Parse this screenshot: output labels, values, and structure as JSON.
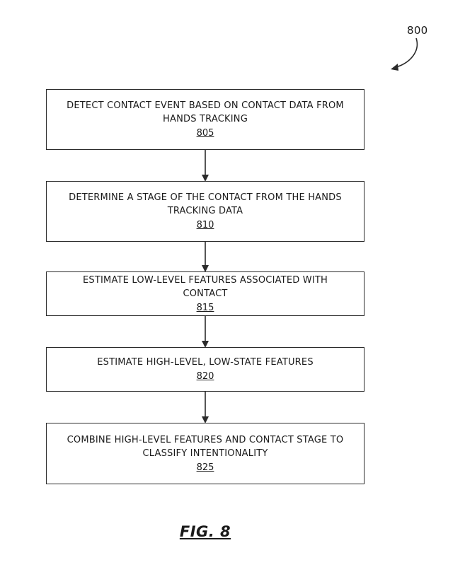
{
  "figure": {
    "reference_number": "800",
    "caption": "FIG. 8"
  },
  "steps": [
    {
      "text": "DETECT CONTACT EVENT BASED ON CONTACT DATA FROM HANDS TRACKING",
      "number": "805"
    },
    {
      "text": "DETERMINE A STAGE OF THE CONTACT FROM THE HANDS TRACKING DATA",
      "number": "810"
    },
    {
      "text": "ESTIMATE LOW-LEVEL FEATURES ASSOCIATED WITH CONTACT",
      "number": "815"
    },
    {
      "text": "ESTIMATE HIGH-LEVEL, LOW-STATE FEATURES",
      "number": "820"
    },
    {
      "text": "COMBINE HIGH-LEVEL FEATURES AND CONTACT STAGE TO CLASSIFY INTENTIONALITY",
      "number": "825"
    }
  ]
}
